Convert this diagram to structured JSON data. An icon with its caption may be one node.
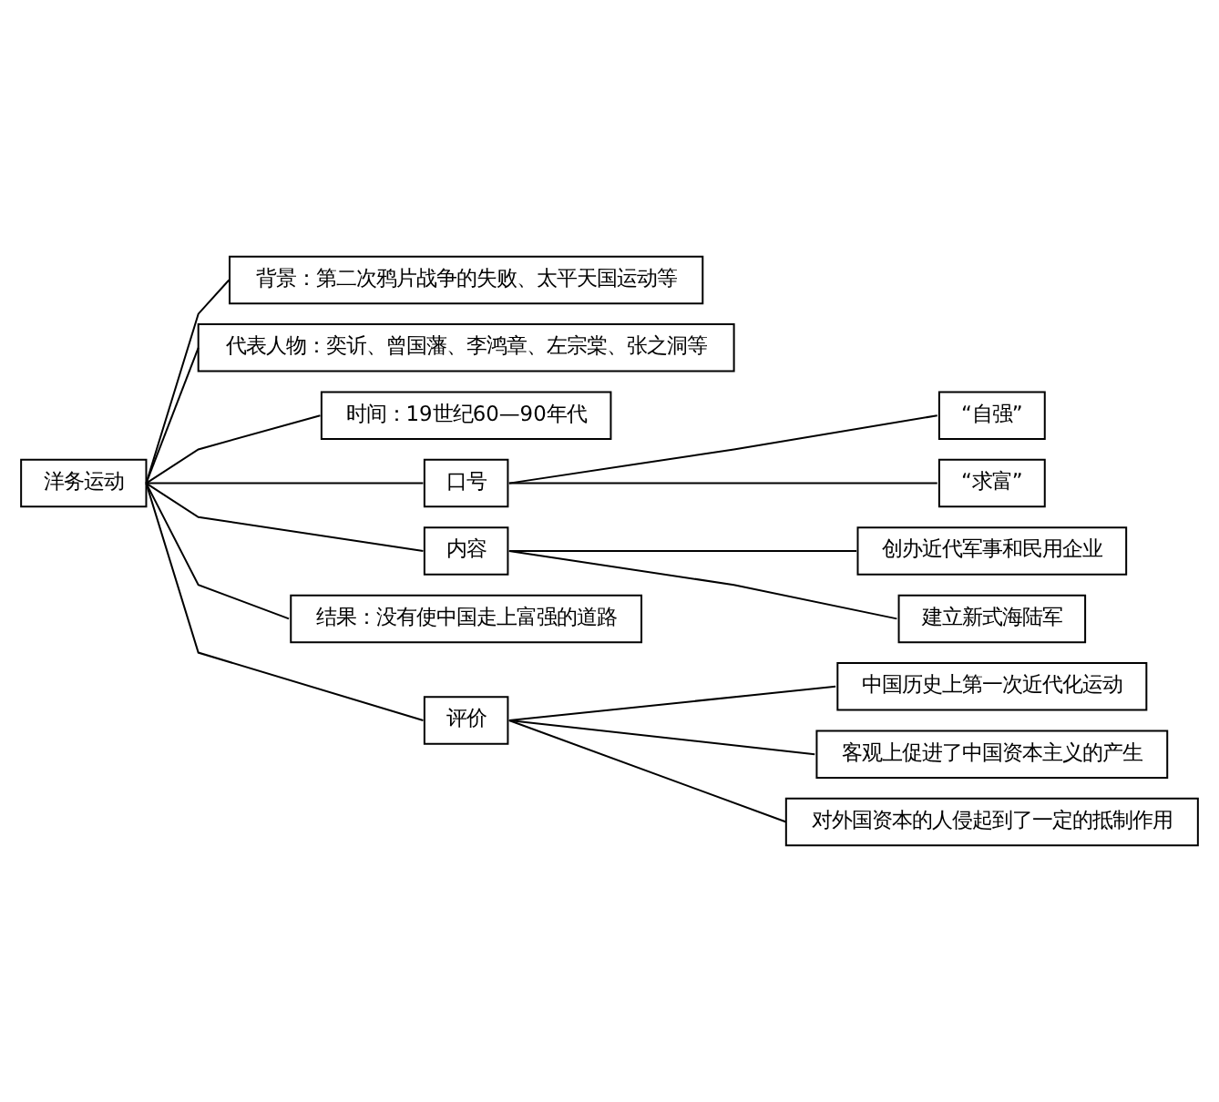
{
  "diagram": {
    "nodes": [
      {
        "text": [
          "洋务运动"
        ]
      },
      {
        "text": [
          "背景：第二次鸦片战争的失败、太平天国运动等"
        ]
      },
      {
        "text": [
          "代表人物：奕䜣、曾国藩、李鸿章、左宗棠、张之洞等"
        ]
      },
      {
        "text": [
          "时间：19世纪60—90年代"
        ]
      },
      {
        "text": [
          "口号"
        ]
      },
      {
        "text": [
          "“自强”"
        ]
      },
      {
        "text": [
          "“求富”"
        ]
      },
      {
        "text": [
          "内容"
        ]
      },
      {
        "text": [
          "创办近代军事和民用企业"
        ]
      },
      {
        "text": [
          "建立新式海陆军"
        ]
      },
      {
        "text": [
          "结果：没有使中国走上富强的道路"
        ]
      },
      {
        "text": [
          "评价"
        ]
      },
      {
        "text": [
          "中国历史上第一次近代化运动"
        ]
      },
      {
        "text": [
          "客观上促进了中国资本主义的产生"
        ]
      },
      {
        "text": [
          "对外国资本的人侵起到了一定的抵制作用"
        ]
      }
    ],
    "edges": [
      {
        "from": 0,
        "to": 1,
        "arrow": "none"
      },
      {
        "from": 0,
        "to": 2,
        "arrow": "none"
      },
      {
        "from": 0,
        "to": 3,
        "arrow": "none"
      },
      {
        "from": 0,
        "to": 4,
        "arrow": "none"
      },
      {
        "from": 4,
        "to": 5,
        "arrow": "none"
      },
      {
        "from": 4,
        "to": 6,
        "arrow": "none"
      },
      {
        "from": 0,
        "to": 7,
        "arrow": "none"
      },
      {
        "from": 7,
        "to": 8,
        "arrow": "none"
      },
      {
        "from": 7,
        "to": 9,
        "arrow": "none"
      },
      {
        "from": 0,
        "to": 10,
        "arrow": "none"
      },
      {
        "from": 0,
        "to": 11,
        "arrow": "none"
      },
      {
        "from": 11,
        "to": 12,
        "arrow": "none"
      },
      {
        "from": 11,
        "to": 13,
        "arrow": "none"
      },
      {
        "from": 11,
        "to": 14,
        "arrow": "none"
      }
    ]
  }
}
